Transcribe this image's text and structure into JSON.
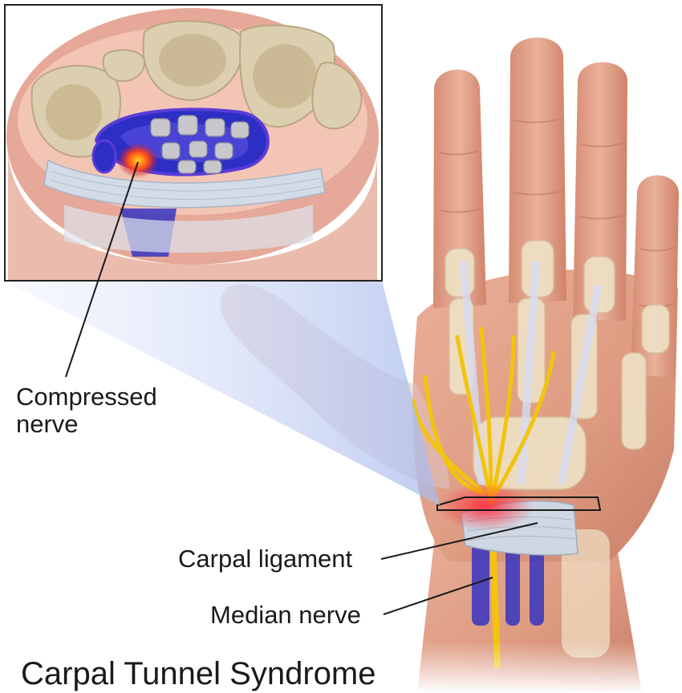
{
  "labels": {
    "compressed_nerve": "Compressed nerve",
    "carpal_ligament": "Carpal ligament",
    "median_nerve": "Median nerve"
  },
  "title": "Carpal Tunnel Syndrome",
  "colors": {
    "skin": "#e3a189",
    "bone": "#ecdcc0",
    "nerve": "#f2c40c",
    "tendon_sheath": "#2c2ec4",
    "inflammation": "#ff4a1a",
    "ligament": "#c9d3df",
    "callout_beam": "#bccbee",
    "inset_border": "#222222"
  }
}
